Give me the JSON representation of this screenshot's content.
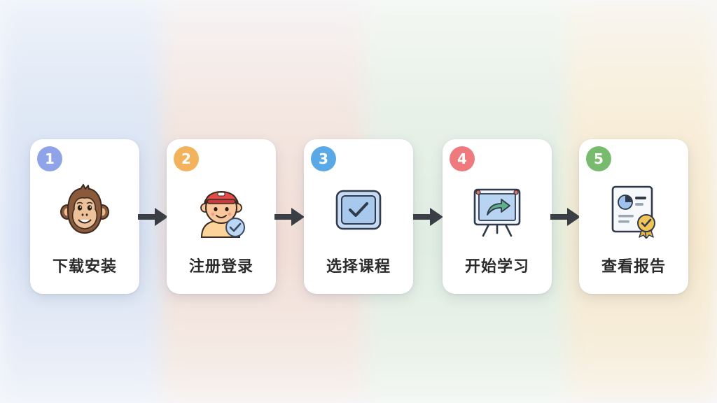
{
  "steps": [
    {
      "number": "1",
      "label": "下载安装",
      "icon": "monkey-icon",
      "color": "#8fa3e8"
    },
    {
      "number": "2",
      "label": "注册登录",
      "icon": "user-checkmark-icon",
      "color": "#f3b35c"
    },
    {
      "number": "3",
      "label": "选择课程",
      "icon": "checkbox-screen-icon",
      "color": "#5aa8e6"
    },
    {
      "number": "4",
      "label": "开始学习",
      "icon": "presentation-board-icon",
      "color": "#ee7a7e"
    },
    {
      "number": "5",
      "label": "查看报告",
      "icon": "report-certificate-icon",
      "color": "#79bb6e"
    }
  ],
  "arrow_icon": "right-arrow-icon"
}
